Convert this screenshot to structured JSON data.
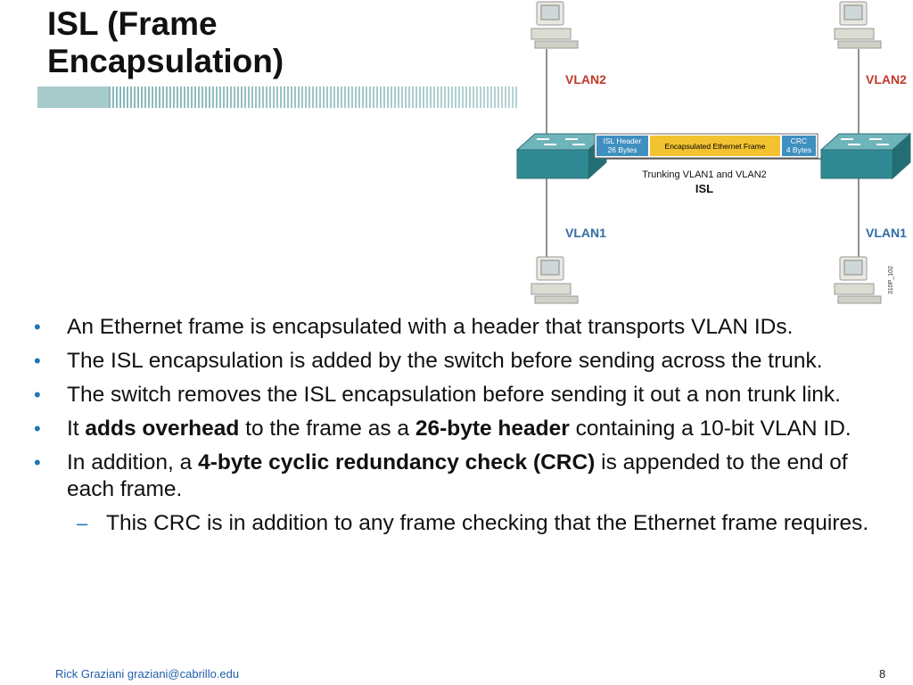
{
  "slide": {
    "title_line1": "ISL (Frame",
    "title_line2": "Encapsulation)",
    "page_number": "8",
    "footer": "Rick Graziani  graziani@cabrillo.edu"
  },
  "diagram": {
    "vlan_top_left": "VLAN2",
    "vlan_top_right": "VLAN2",
    "vlan_bottom_left": "VLAN1",
    "vlan_bottom_right": "VLAN1",
    "frame_header_line1": "ISL Header",
    "frame_header_line2": "26 Bytes",
    "frame_payload": "Encapsulated Ethernet Frame",
    "frame_crc_line1": "CRC",
    "frame_crc_line2": "4 Bytes",
    "trunk_caption": "Trunking VLAN1 and VLAN2",
    "trunk_protocol": "ISL",
    "figure_code": "310P_102"
  },
  "bullets": {
    "b1": "An Ethernet frame is encapsulated with a header that transports VLAN IDs.",
    "b2": "The ISL encapsulation is added by the switch before sending across the trunk.",
    "b3": "The switch removes the ISL encapsulation before sending it out a non trunk link.",
    "b4_pre": "It ",
    "b4_bold1": "adds overhead",
    "b4_mid": " to the frame as a ",
    "b4_bold2": "26-byte header",
    "b4_post": " containing a 10-bit VLAN ID.",
    "b5_pre": "In addition, a ",
    "b5_bold": "4-byte cyclic redundancy check (CRC)",
    "b5_post": " is appended to the end of each frame.",
    "sub1": "This CRC is in addition to any frame checking that the Ethernet frame requires."
  },
  "symbols": {
    "bullet": "•",
    "dash": "–"
  },
  "colors": {
    "vlan2_label": "#c0392b",
    "vlan1_label": "#2e6da4",
    "bullet": "#1f77b4",
    "footer_text": "#1f5fa8",
    "switch": "#2f8a93",
    "isl_header_fill": "#3f8fc0",
    "payload_fill": "#f2c230"
  }
}
